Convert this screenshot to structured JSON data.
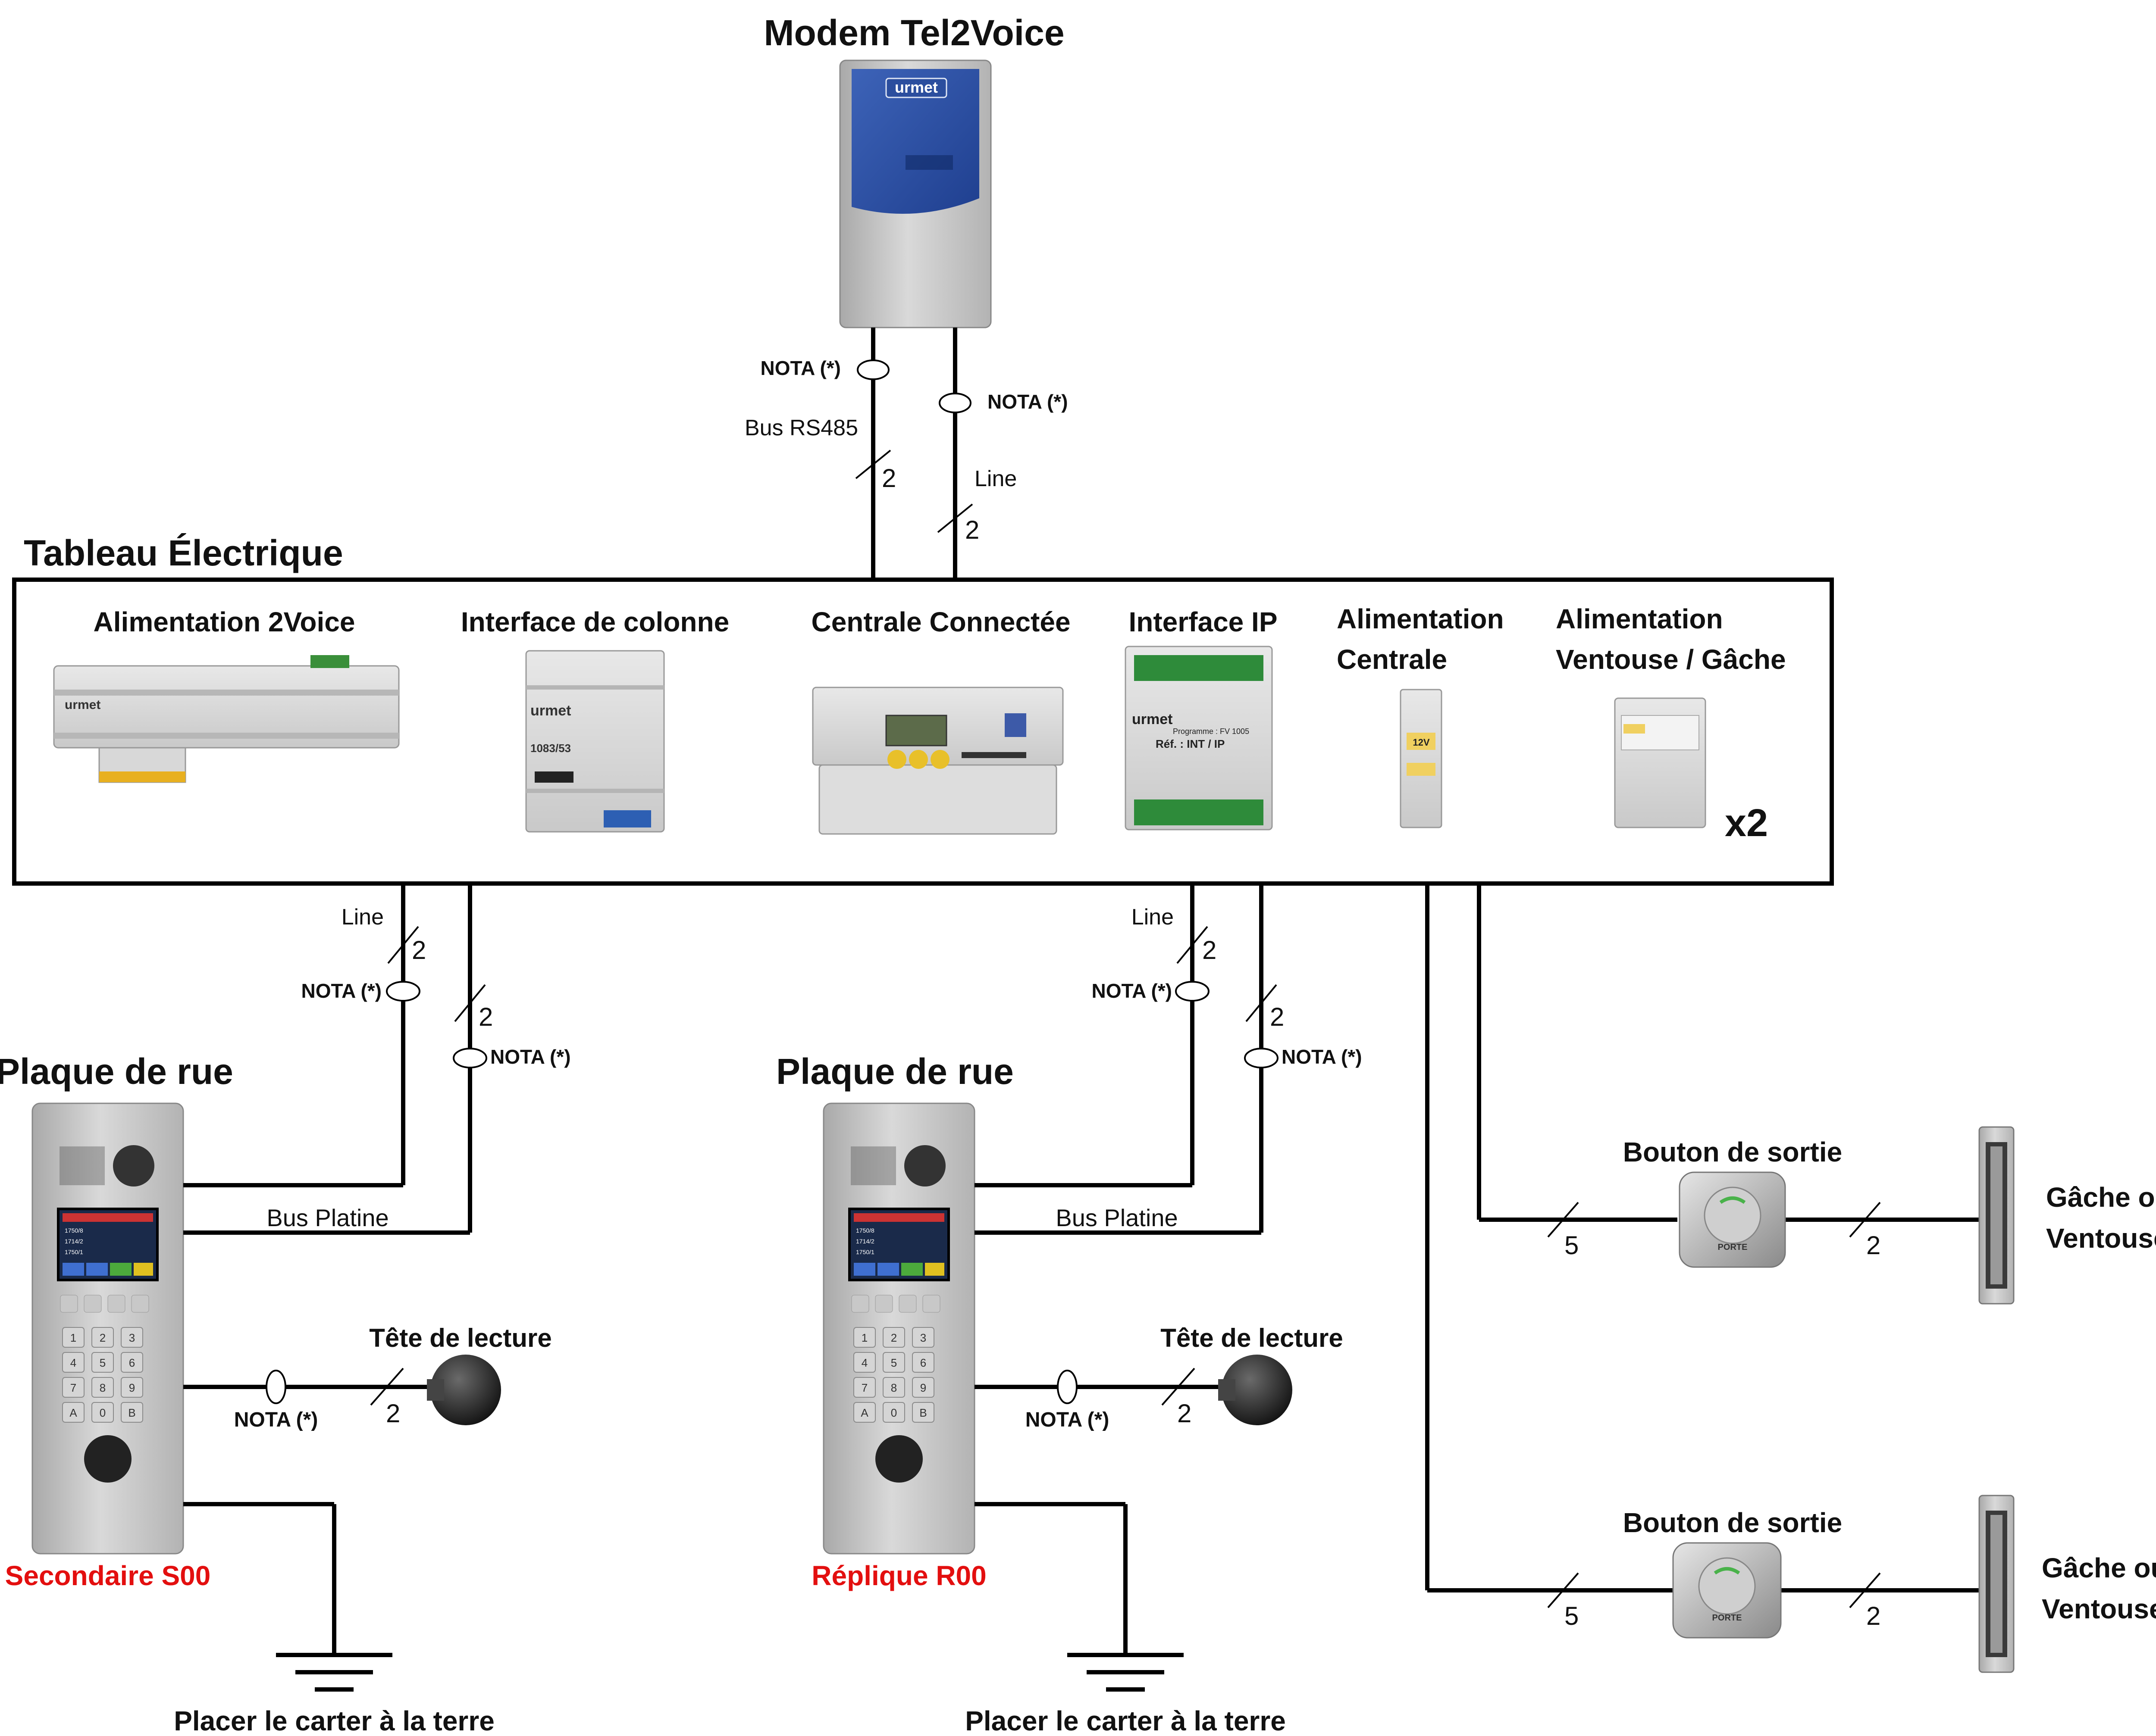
{
  "modem": {
    "title": "Modem Tel2Voice",
    "brand": "urmet"
  },
  "modem_links": {
    "nota_left": "NOTA (*)",
    "nota_right": "NOTA (*)",
    "bus_label": "Bus RS485",
    "line_label": "Line",
    "count_bus": "2",
    "count_line": "2"
  },
  "panel": {
    "title": "Tableau Électrique",
    "devices": [
      {
        "label": "Alimentation 2Voice"
      },
      {
        "label": "Interface de colonne"
      },
      {
        "label": "Centrale Connectée"
      },
      {
        "label": "Interface IP"
      },
      {
        "label_line1": "Alimentation",
        "label_line2": "Centrale"
      },
      {
        "label_line1": "Alimentation",
        "label_line2": "Ventouse / Gâche"
      }
    ],
    "multiplier": "x2"
  },
  "device_text": {
    "psu_brand": "urmet",
    "col_brand": "urmet",
    "col_ref": "1083/53",
    "ip_brand": "urmet",
    "ip_prog": "Programme : FV 1005",
    "ip_ref": "Réf. : INT / IP",
    "psu12": "12V"
  },
  "plates": [
    {
      "title": "Plaque de rue",
      "role": "Secondaire S00",
      "line_label": "Line",
      "bus_label": "Bus Platine",
      "line_count": "2",
      "bus_count": "2",
      "nota_line": "NOTA (*)",
      "nota_bus": "NOTA (*)",
      "reader_title": "Tête de lecture",
      "reader_nota": "NOTA (*)",
      "reader_count": "2",
      "ground_label": "Placer le carter à la terre"
    },
    {
      "title": "Plaque de rue",
      "role": "Réplique R00",
      "line_label": "Line",
      "bus_label": "Bus Platine",
      "line_count": "2",
      "bus_count": "2",
      "nota_line": "NOTA (*)",
      "nota_bus": "NOTA (*)",
      "reader_title": "Tête de lecture",
      "reader_nota": "NOTA (*)",
      "reader_count": "2",
      "ground_label": "Placer le carter à la terre"
    }
  ],
  "plate_screen": [
    "1750/8",
    "1714/2",
    "1750/1"
  ],
  "keypad_keys": [
    "1",
    "2",
    "3",
    "4",
    "5",
    "6",
    "7",
    "8",
    "9",
    "A",
    "0",
    "B"
  ],
  "exits": [
    {
      "button_title": "Bouton de sortie",
      "button_text": "PORTE",
      "count_in": "5",
      "count_out": "2",
      "lock_line1": "Gâche ou",
      "lock_line2": "Ventouse"
    },
    {
      "button_title": "Bouton de sortie",
      "button_text": "PORTE",
      "count_in": "5",
      "count_out": "2",
      "lock_line1": "Gâche ou",
      "lock_line2": "Ventouse"
    }
  ]
}
